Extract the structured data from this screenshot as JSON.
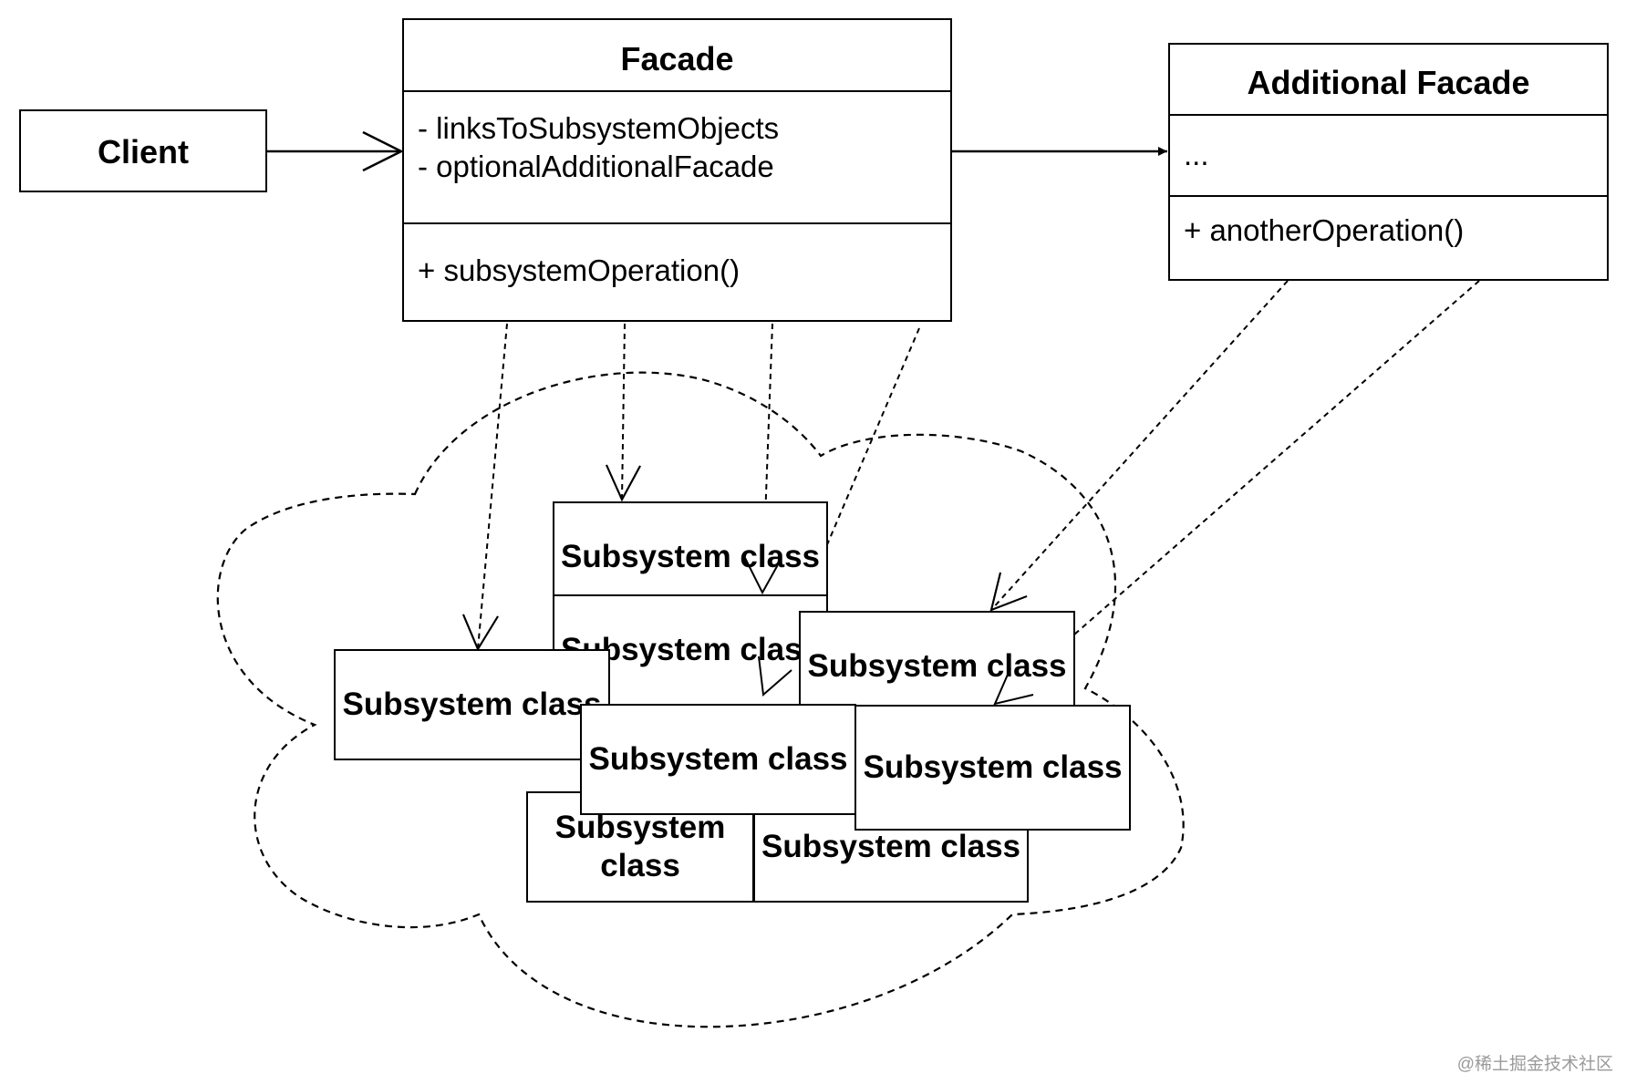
{
  "client": {
    "title": "Client"
  },
  "facade": {
    "title": "Facade",
    "fields": [
      "- linksToSubsystemObjects",
      "- optionalAdditionalFacade"
    ],
    "methods": [
      "+ subsystemOperation()"
    ]
  },
  "additional_facade": {
    "title": "Additional Facade",
    "fields": [
      "..."
    ],
    "methods": [
      "+ anotherOperation()"
    ]
  },
  "subsystem": {
    "label": "Subsystem class",
    "boxes": [
      {
        "id": "sub-a",
        "label": "Subsystem class"
      },
      {
        "id": "sub-b",
        "label": "Subsystem class"
      },
      {
        "id": "sub-c",
        "label": "Subsystem class"
      },
      {
        "id": "sub-d",
        "label": "Subsystem class"
      },
      {
        "id": "sub-e",
        "label": "Subsystem class"
      },
      {
        "id": "sub-f",
        "label": "Subsystem class"
      },
      {
        "id": "sub-g",
        "label": "Subsystem class"
      },
      {
        "id": "sub-h",
        "label": "Subsystem class"
      }
    ]
  },
  "watermark": "@稀土掘金技术社区"
}
